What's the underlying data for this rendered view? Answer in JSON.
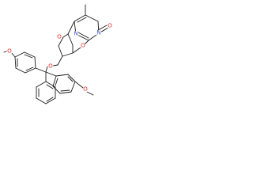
{
  "colors": {
    "carbon_bond": "#1a1a1a",
    "oxygen": "#e0241b",
    "nitrogen": "#2f3fc6",
    "background": "#ffffff"
  },
  "molecule": {
    "atoms": [
      {
        "id": "o_ring_bridge",
        "symbol": "O",
        "element": "oxygen"
      },
      {
        "id": "o_5prime",
        "symbol": "O",
        "element": "oxygen"
      },
      {
        "id": "o_anhydro",
        "symbol": "O",
        "element": "oxygen"
      },
      {
        "id": "o_carbonyl",
        "symbol": "O",
        "element": "oxygen"
      },
      {
        "id": "n_base_1",
        "symbol": "N",
        "element": "nitrogen"
      },
      {
        "id": "n_base_3",
        "symbol": "N",
        "element": "nitrogen"
      },
      {
        "id": "o_methoxy_left",
        "symbol": "O",
        "element": "oxygen"
      },
      {
        "id": "o_methoxy_right",
        "symbol": "O",
        "element": "oxygen"
      }
    ]
  }
}
